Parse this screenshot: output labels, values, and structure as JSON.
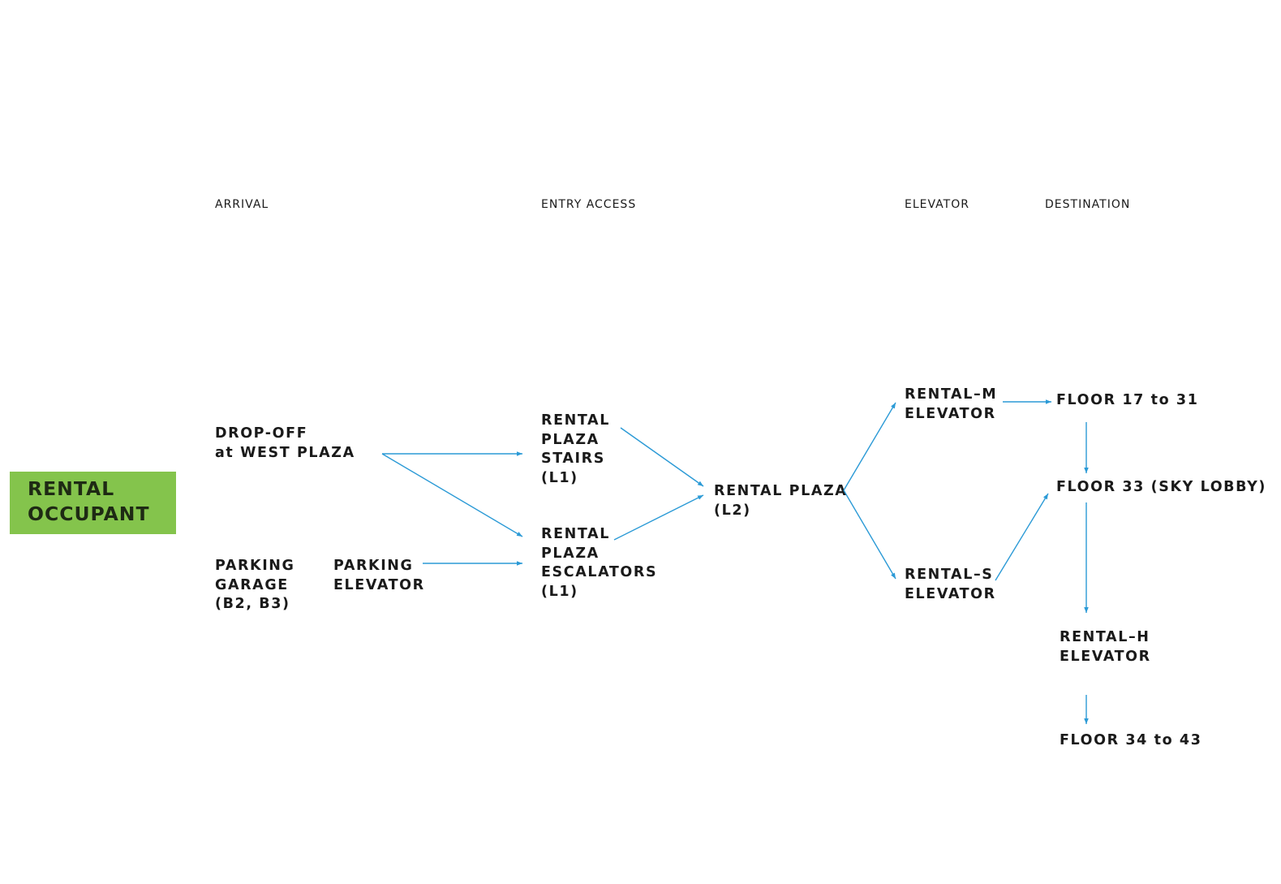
{
  "headers": {
    "arrival": "ARRIVAL",
    "entry_access": "ENTRY ACCESS",
    "elevator": "ELEVATOR",
    "destination": "DESTINATION"
  },
  "occupant_label": "RENTAL\nOCCUPANT",
  "nodes": {
    "drop_off": "DROP-OFF\nat WEST PLAZA",
    "parking_garage": "PARKING\nGARAGE\n(B2, B3)",
    "parking_elevator": "PARKING\nELEVATOR",
    "rental_plaza_stairs": "RENTAL\nPLAZA\nSTAIRS\n(L1)",
    "rental_plaza_escalators": "RENTAL\nPLAZA\nESCALATORS\n(L1)",
    "rental_plaza": "RENTAL PLAZA\n(L2)",
    "rental_m_elevator": "RENTAL–M\nELEVATOR",
    "rental_s_elevator": "RENTAL–S\nELEVATOR",
    "floor_17_31": "FLOOR 17 to 31",
    "floor_33": "FLOOR 33 (SKY LOBBY)",
    "rental_h_elevator": "RENTAL–H\nELEVATOR",
    "floor_34_43": "FLOOR 34 to 43"
  },
  "colors": {
    "occupant_fill": "#84c44c",
    "arrow": "#2b9ad6",
    "text": "#1a1a1a"
  }
}
